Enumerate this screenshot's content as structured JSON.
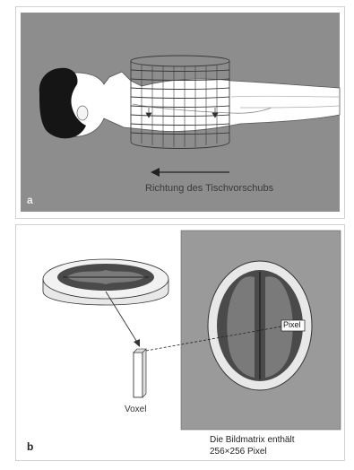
{
  "panel_a": {
    "letter": "a",
    "direction_label": "Richtung des Tischvorschubs"
  },
  "panel_b": {
    "letter": "b",
    "pixel_label": "Pixel",
    "voxel_label": "Voxel",
    "caption_line1": "Die Bildmatrix enthält",
    "caption_line2": "256×256 Pixel"
  },
  "colors": {
    "panel_a_bg": "#8c8c8c",
    "body": "#ffffff",
    "hair": "#141414",
    "panel_b_bg": "#9a9a9a",
    "brain_dark": "#4a4a4a",
    "brain_mid": "#7a7a7a"
  }
}
